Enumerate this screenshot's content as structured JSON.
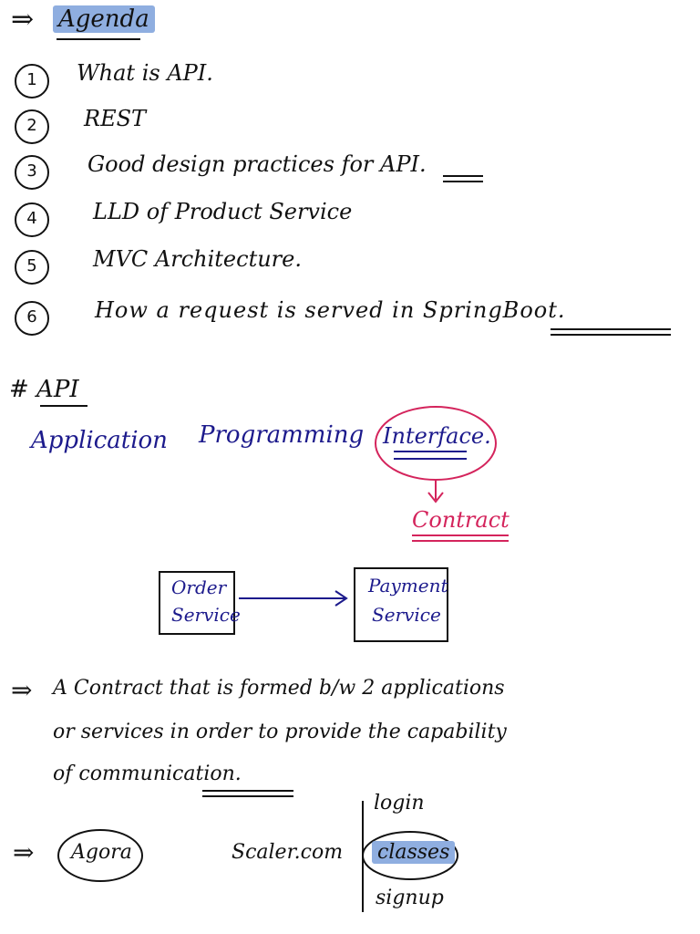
{
  "agenda": {
    "arrow": "⇒",
    "title": "Agenda",
    "items": [
      {
        "num": "1",
        "text": "What is API."
      },
      {
        "num": "2",
        "text": "REST"
      },
      {
        "num": "3",
        "text": "Good design practices for API."
      },
      {
        "num": "4",
        "text": "LLD of Product Service"
      },
      {
        "num": "5",
        "text": "MVC Architecture."
      },
      {
        "num": "6",
        "text": "How a request is served in SpringBoot."
      }
    ]
  },
  "api_section": {
    "heading": "# API",
    "words": [
      "Application",
      "Programming",
      "Interface."
    ],
    "contract_label": "Contract",
    "order_box": [
      "Order",
      "Service"
    ],
    "payment_box": [
      "Payment",
      "Service"
    ]
  },
  "definition": {
    "arrow": "⇒",
    "line1": "A  Contract  that  is  formed  b/w  2  applications",
    "line2": "or  services  in  order  to  provide  the  capability",
    "line3": "of  communication."
  },
  "example": {
    "arrow": "⇒",
    "agora": "Agora",
    "domain": "Scaler.com",
    "paths": [
      "login",
      "classes",
      "signup"
    ]
  },
  "colors": {
    "ink": "#111111",
    "blue": "#1c1a8c",
    "pink": "#d4245c",
    "highlight": "#8faee0"
  }
}
